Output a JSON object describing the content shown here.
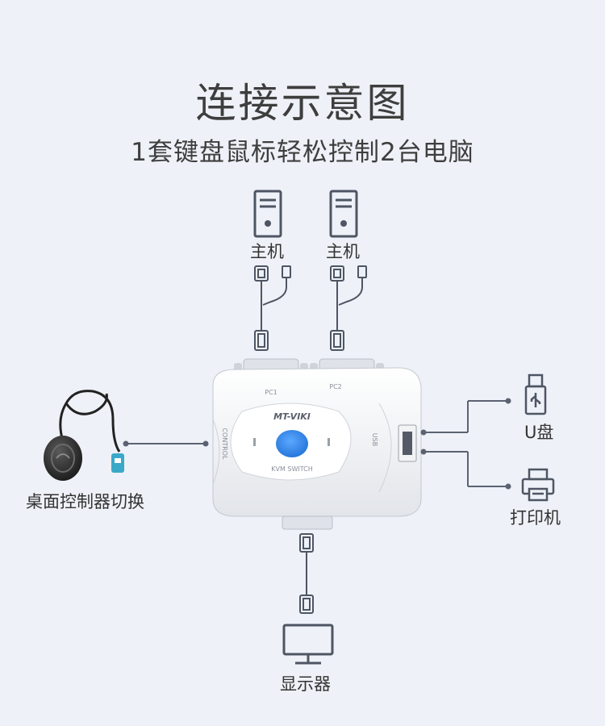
{
  "header": {
    "title": "连接示意图",
    "subtitle": "1套键盘鼠标轻松控制2台电脑"
  },
  "labels": {
    "host1": "主机",
    "host2": "主机",
    "usb": "U盘",
    "printer": "打印机",
    "desktop_controller": "桌面控制器切换",
    "monitor": "显示器"
  },
  "device": {
    "brand": "MT-VIKI",
    "model": "KVM SWITCH",
    "port_pc1": "PC1",
    "port_pc2": "PC2",
    "port_control": "CONTROL",
    "port_usb": "USB"
  },
  "icons": {
    "host": "pc-tower-icon",
    "usb": "usb-drive-icon",
    "printer": "printer-icon",
    "monitor": "monitor-icon",
    "cable": "vga-usb-cable-icon",
    "controller": "desktop-controller-icon"
  },
  "colors": {
    "background": "#eef1f7",
    "line": "#5b6272",
    "button": "#2b7fe0",
    "icon": "#4e5563"
  }
}
